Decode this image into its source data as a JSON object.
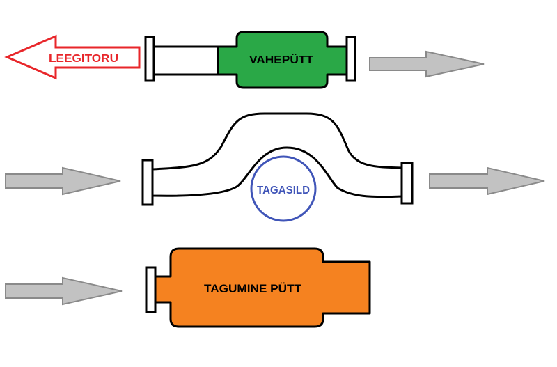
{
  "labels": {
    "leegitoru": "LEEGITORU",
    "vaheputt": "VAHEPÜTT",
    "tagasild": "TAGASILD",
    "tagumine_putt": "TAGUMINE PÜTT"
  },
  "colors": {
    "green": "#2aa847",
    "orange": "#f58220",
    "red": "#e8262a",
    "blue": "#4055b8",
    "arrow_fill": "#c2c2c2",
    "arrow_stroke": "#8a8a8a",
    "outline": "#000000"
  }
}
